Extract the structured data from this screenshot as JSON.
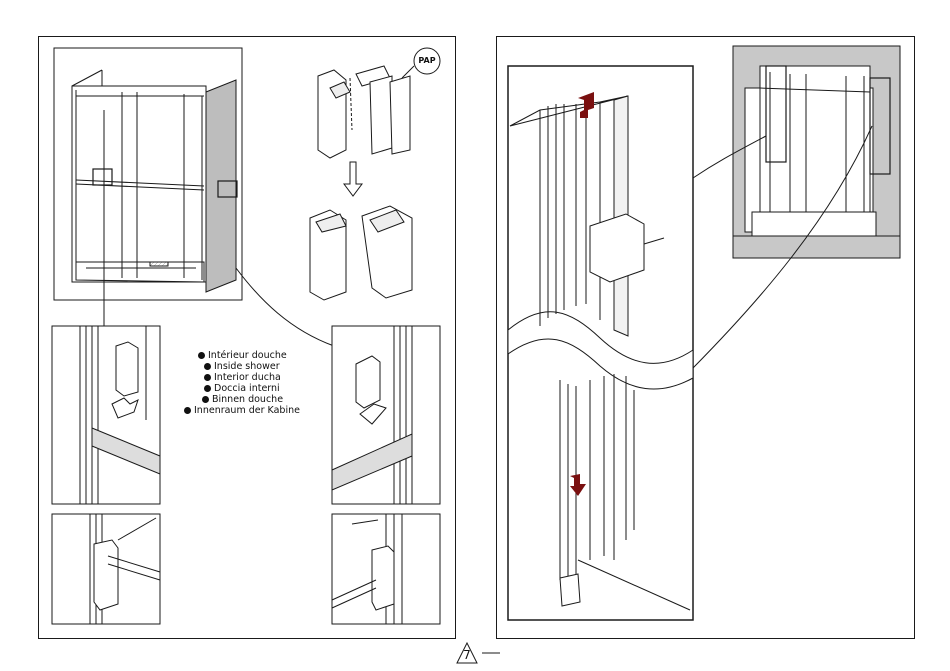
{
  "page": {
    "number": "7"
  },
  "left_panel": {
    "pap_label": "PAP",
    "legend": [
      "Intérieur douche",
      "Inside shower",
      "Interior ducha",
      "Doccia interni",
      "Binnen douche",
      "Innenraum der Kabine"
    ]
  },
  "colors": {
    "line": "#1a1a1a",
    "wall_gray": "#c8c8c8",
    "arrow_red": "#7a1010"
  }
}
